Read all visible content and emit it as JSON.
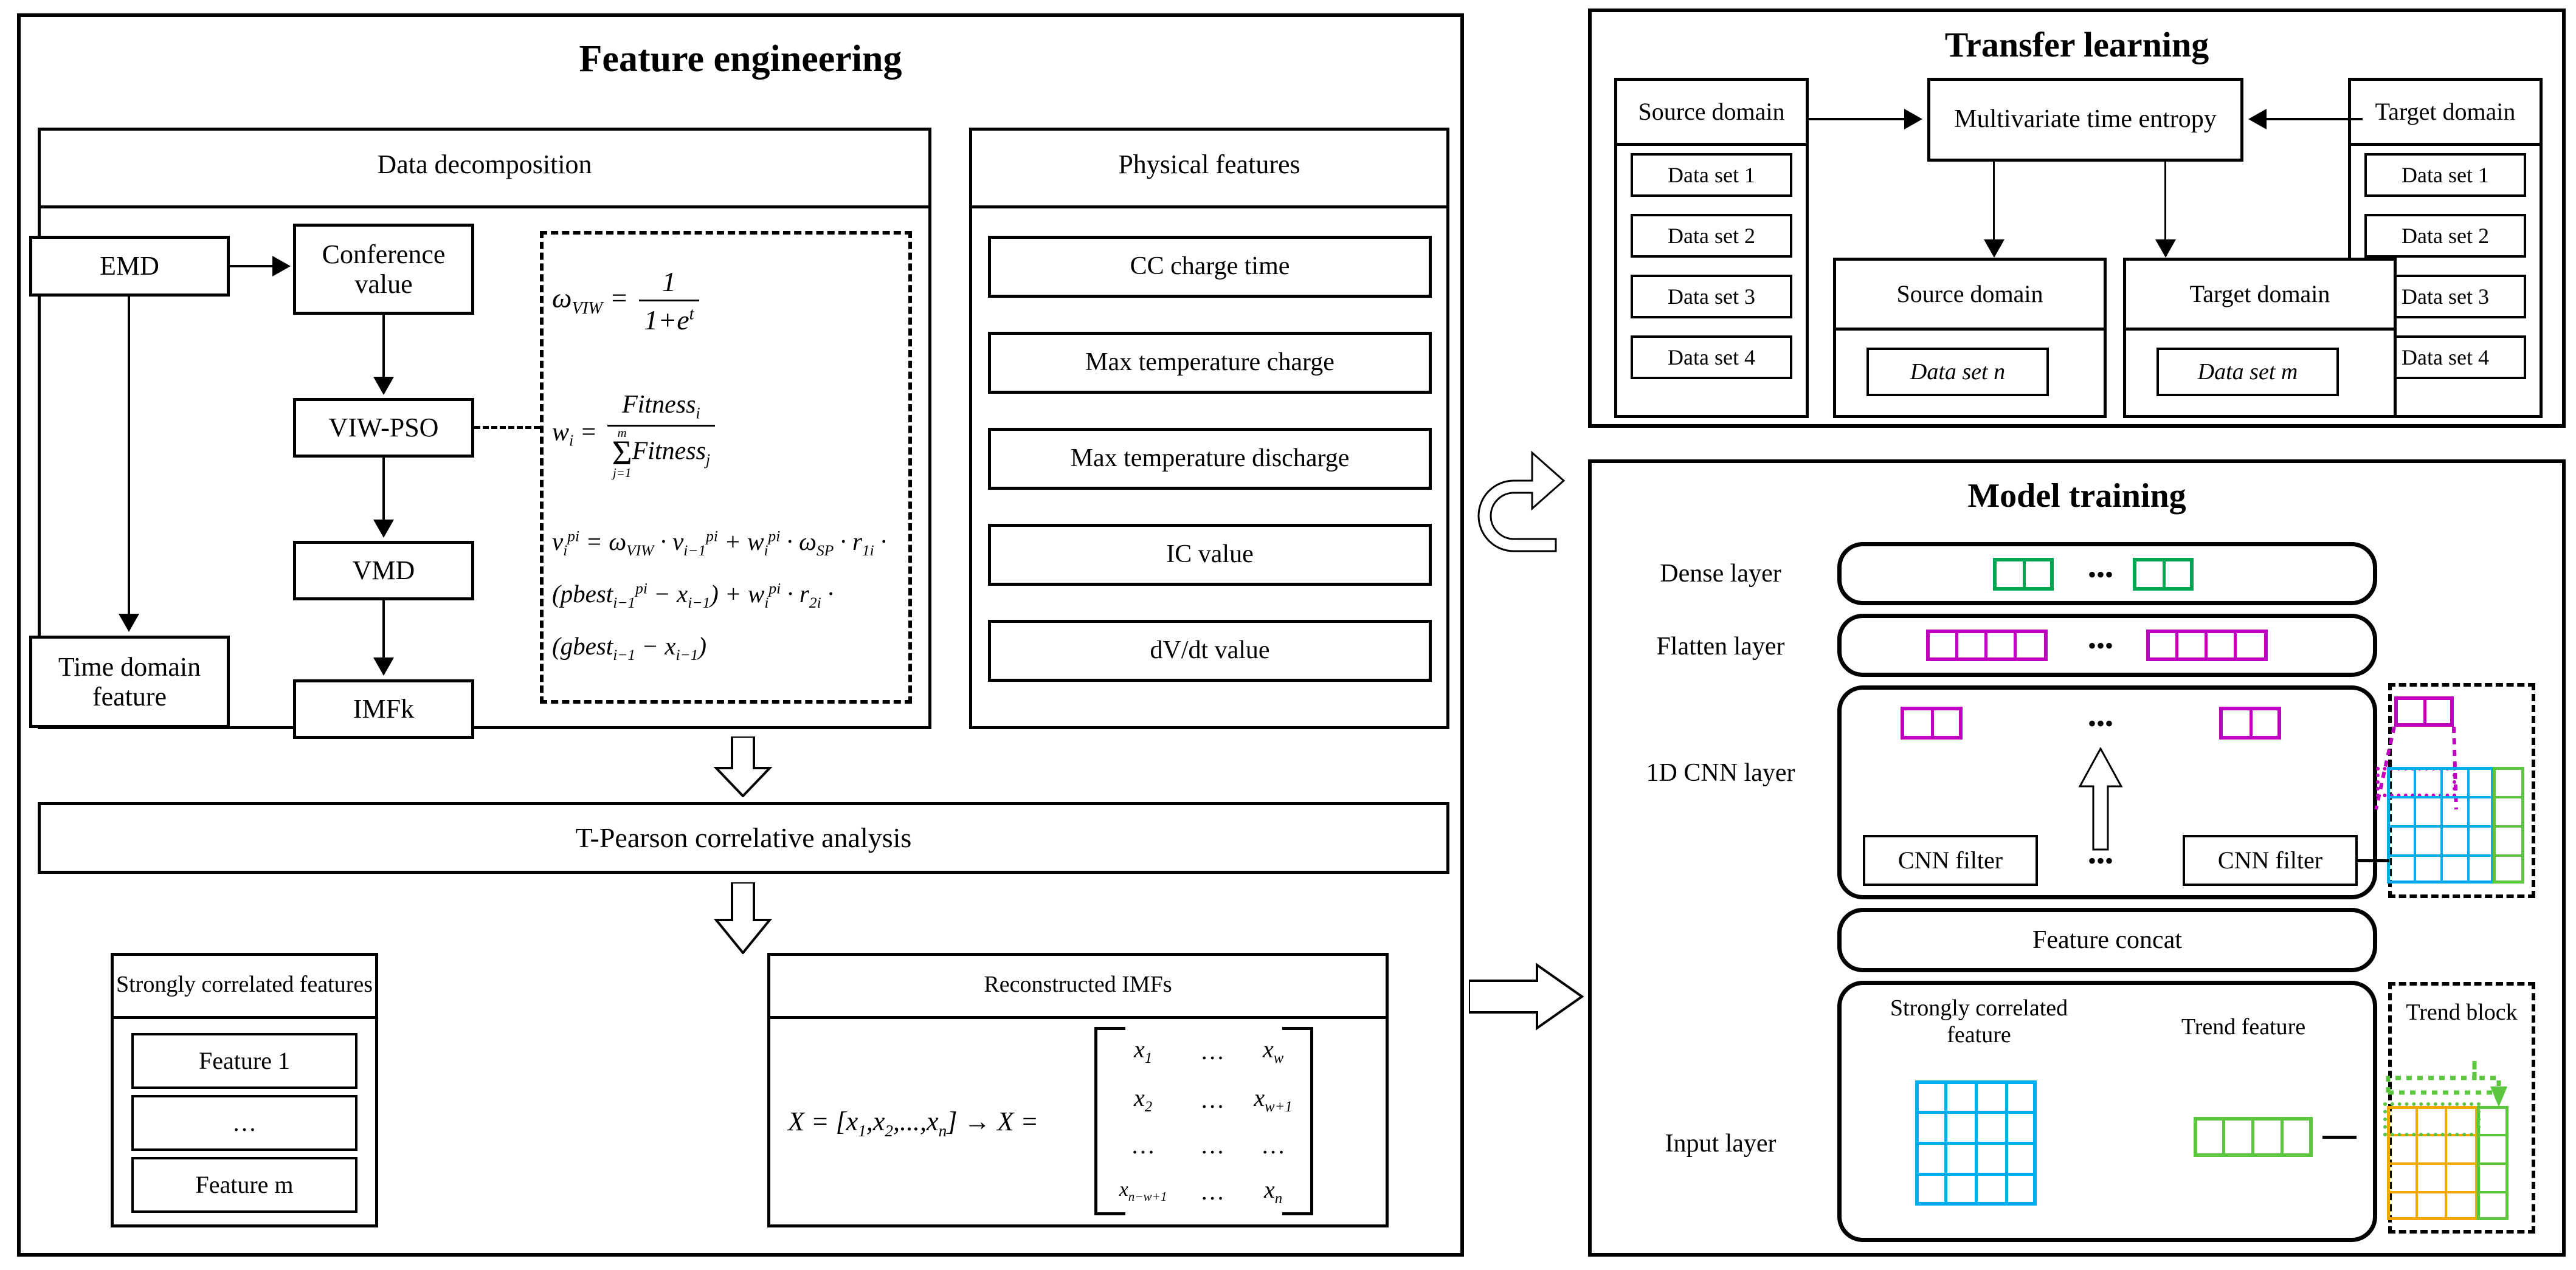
{
  "panels": {
    "feature_engineering": {
      "title": "Feature engineering",
      "data_decomposition": {
        "title": "Data decomposition",
        "nodes": {
          "emd": "EMD",
          "conference_value": "Conference value",
          "viw_pso": "VIW-PSO",
          "vmd": "VMD",
          "imfk": "IMFk",
          "time_domain_feature": "Time domain feature"
        },
        "formulas": {
          "omega_viw": "ωVIW = 1 / (1 + e^t)",
          "w_i": "wi = Fitnessi / Σ(j=1..m) Fitnessj",
          "velocity": "vi^pi = ωVIW·vi-1^pi + wi^pi·ωSP·r1i·(pbesti-1^pi − xi-1) + wi^pi·r2i·(gbesti-1 − xi-1)"
        }
      },
      "physical_features": {
        "title": "Physical features",
        "items": [
          "CC charge time",
          "Max temperature charge",
          "Max temperature discharge",
          "IC value",
          "dV/dt value"
        ]
      },
      "t_pearson": "T-Pearson correlative analysis",
      "strongly_correlated": {
        "title": "Strongly correlated features",
        "items": [
          "Feature 1",
          "…",
          "Feature m"
        ]
      },
      "reconstructed_imfs": {
        "title": "Reconstructed IMFs",
        "equation_left": "X = [x1, x2, ..., xn] → X =",
        "matrix": [
          [
            "x1",
            "...",
            "xw"
          ],
          [
            "x2",
            "...",
            "xw+1"
          ],
          [
            "...",
            "...",
            "..."
          ],
          [
            "xn−w+1",
            "...",
            "xn"
          ]
        ]
      }
    },
    "transfer_learning": {
      "title": "Transfer learning",
      "source_domain": {
        "title": "Source domain",
        "items": [
          "Data set 1",
          "Data set 2",
          "Data set 3",
          "Data set 4"
        ]
      },
      "target_domain": {
        "title": "Target domain",
        "items": [
          "Data set 1",
          "Data set 2",
          "Data set 3",
          "Data set 4"
        ]
      },
      "entropy_box": "Multivariate time entropy",
      "source_out": {
        "title": "Source domain",
        "item": "Data set n"
      },
      "target_out": {
        "title": "Target domain",
        "item": "Data set m"
      }
    },
    "model_training": {
      "title": "Model training",
      "layer_labels": {
        "dense": "Dense layer",
        "flatten": "Flatten layer",
        "cnn": "1D CNN layer",
        "input": "Input layer"
      },
      "feature_concat": "Feature concat",
      "cnn_filter_left": "CNN filter",
      "cnn_filter_right": "CNN filter",
      "ellipsis": "•••",
      "input_labels": {
        "strongly_correlated_feature": "Strongly correlated feature",
        "trend_feature": "Trend feature",
        "trend_block": "Trend block"
      },
      "colors": {
        "dense_green": "#00a651",
        "flatten_purple": "#c000c0",
        "cnn_purple": "#c000c0",
        "matrix_blue": "#00aeef",
        "matrix_green": "#5cc63f",
        "trend_orange": "#f5a800",
        "trend_green": "#5cc63f"
      }
    }
  }
}
